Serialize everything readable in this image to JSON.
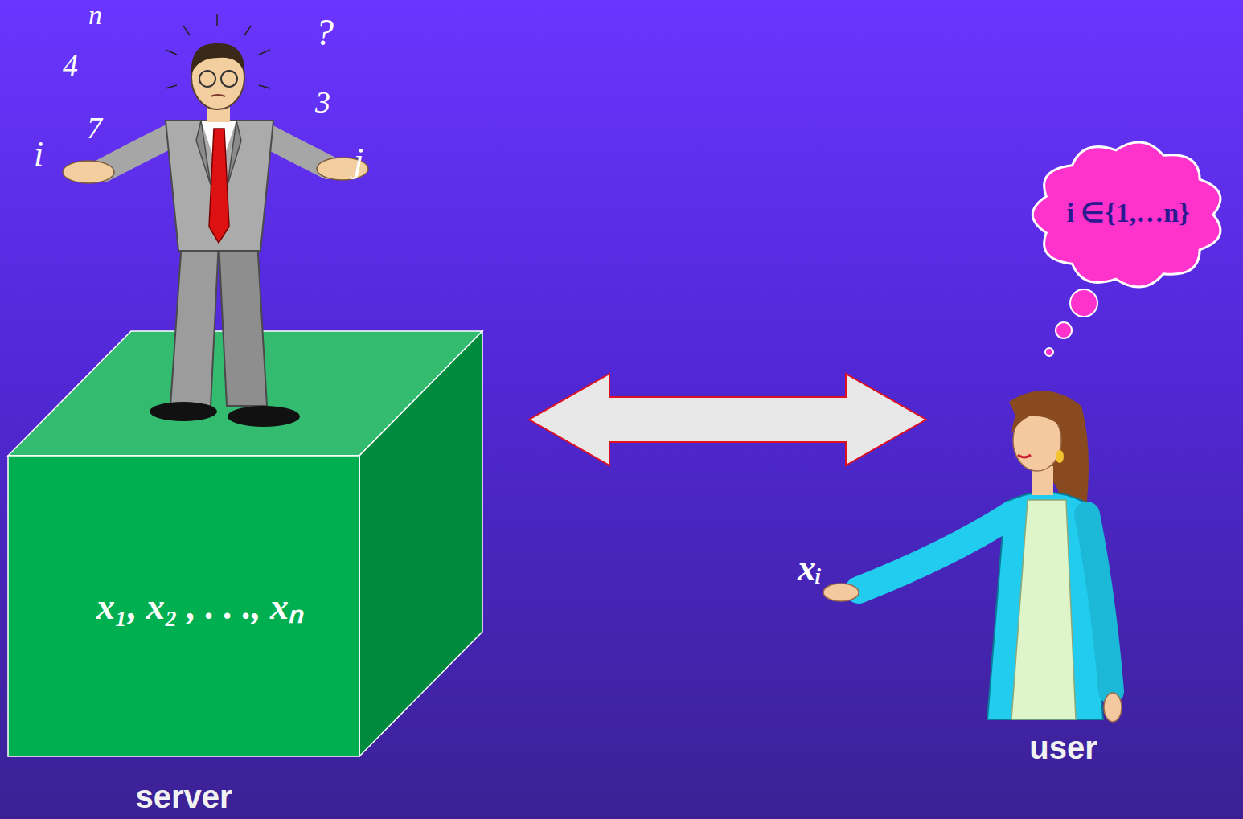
{
  "diagram": {
    "nodes": [
      {
        "text": [
          "x₁, x₂ , . . ., xₙ",
          "server"
        ]
      },
      {
        "text": [
          "i ∈{1,…n}"
        ]
      },
      {
        "text": [
          "user"
        ]
      }
    ],
    "edges": [
      {
        "from": 0,
        "to": 2,
        "arrow": "both"
      }
    ],
    "labels": [
      "n",
      "?",
      "4",
      "3",
      "7",
      "i",
      "j",
      "xᵢ"
    ]
  }
}
